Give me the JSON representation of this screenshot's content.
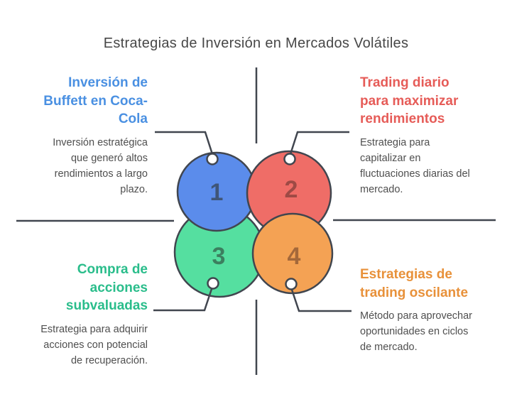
{
  "title": "Estrategias de Inversión en Mercados Volátiles",
  "palette": {
    "title_ink": "#474747",
    "body_ink": "#4f4f4f",
    "ink": "#41464f",
    "blue": "#4a90e2",
    "red": "#e65c58",
    "green": "#2abd8b",
    "orange": "#e8913a",
    "blue_fill": "#5b8ceb",
    "red_fill": "#ef6d67",
    "green_fill": "#55dfa0",
    "orange_fill": "#f4a254",
    "blue_dark": "#3f5577",
    "red_dark": "#9e4a45",
    "green_dark": "#3c7f5f",
    "orange_dark": "#a4683a"
  },
  "steps": [
    {
      "number": "1",
      "label": "Inversión de\nBuffett en Coca-\nCola",
      "description": "Inversión estratégica\nque generó altos\nrendimientos a largo\nplazo.",
      "color": "#4a90e2"
    },
    {
      "number": "2",
      "label": "Trading diario\npara maximizar\nrendimientos",
      "description": "Estrategia para\ncapitalizar en\nfluctuaciones diarias del\nmercado.",
      "color": "#e65c58"
    },
    {
      "number": "3",
      "label": "Compra de\nacciones\nsubvaluadas",
      "description": "Estrategia para adquirir\nacciones con potencial\nde recuperación.",
      "color": "#2abd8b"
    },
    {
      "number": "4",
      "label": "Estrategias de\ntrading oscilante",
      "description": "Método para aprovechar\noportunidades en ciclos\nde mercado.",
      "color": "#e8913a"
    }
  ]
}
